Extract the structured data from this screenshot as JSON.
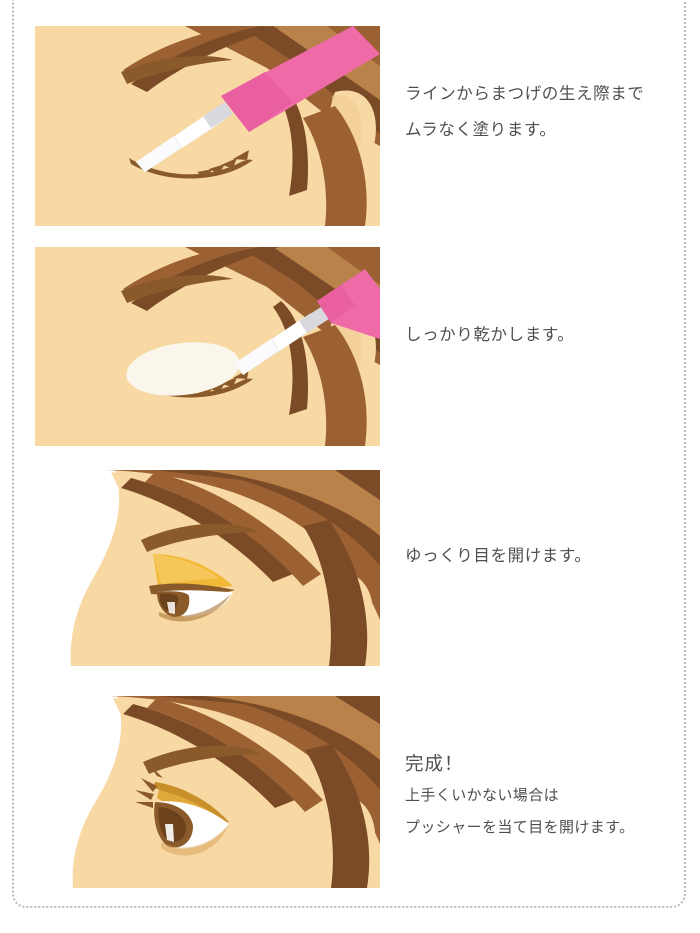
{
  "page": {
    "kind": "instruction-panel",
    "background_color": "#ffffff",
    "frame_border_color": "#b9b9b9",
    "text_color": "#4f4f4f"
  },
  "palette": {
    "skin": "#f8d9a4",
    "skin_shadow": "#f0cb92",
    "hair_mid": "#9c6132",
    "hair_dark": "#7b4a26",
    "hair_light": "#b9824b",
    "eyeliner_brown": "#8a5a2b",
    "glue_white": "#fbf6ec",
    "applicator_pink": "#ee6ba8",
    "applicator_silver": "#e9e9ec",
    "eyeshadow_gold": "#f2b936",
    "iris_brown": "#8a5a2b",
    "eye_white": "#ffffff"
  },
  "steps": [
    {
      "index": 1,
      "figure_name": "closed-eye-applying-liner-illustration",
      "alt": "side view of a closed eye, pink applicator pen drawing a line along the lash root",
      "caption_lines": [
        {
          "text": "ラインからまつげの生え際まで",
          "style": "normal"
        },
        {
          "text": "ムラなく塗ります。",
          "style": "normal"
        }
      ]
    },
    {
      "index": 2,
      "figure_name": "closed-eye-drying-illustration",
      "alt": "side view of a closed eye coated with a white oval of product, applicator lifted away",
      "caption_lines": [
        {
          "text": "しっかり乾かします。",
          "style": "normal"
        }
      ]
    },
    {
      "index": 3,
      "figure_name": "eye-opening-slowly-illustration",
      "alt": "face profile with the eye opening slowly, gold shadow over the lid",
      "caption_lines": [
        {
          "text": "ゆっくり目を開けます。",
          "style": "normal"
        }
      ]
    },
    {
      "index": 4,
      "figure_name": "finished-open-eye-illustration",
      "alt": "face profile with the eye fully open showing the finished double lid",
      "caption_lines": [
        {
          "text": "完成！",
          "style": "big"
        },
        {
          "text": "上手くいかない場合は",
          "style": "small"
        },
        {
          "text": "プッシャーを当て目を開けます。",
          "style": "small"
        }
      ]
    }
  ]
}
